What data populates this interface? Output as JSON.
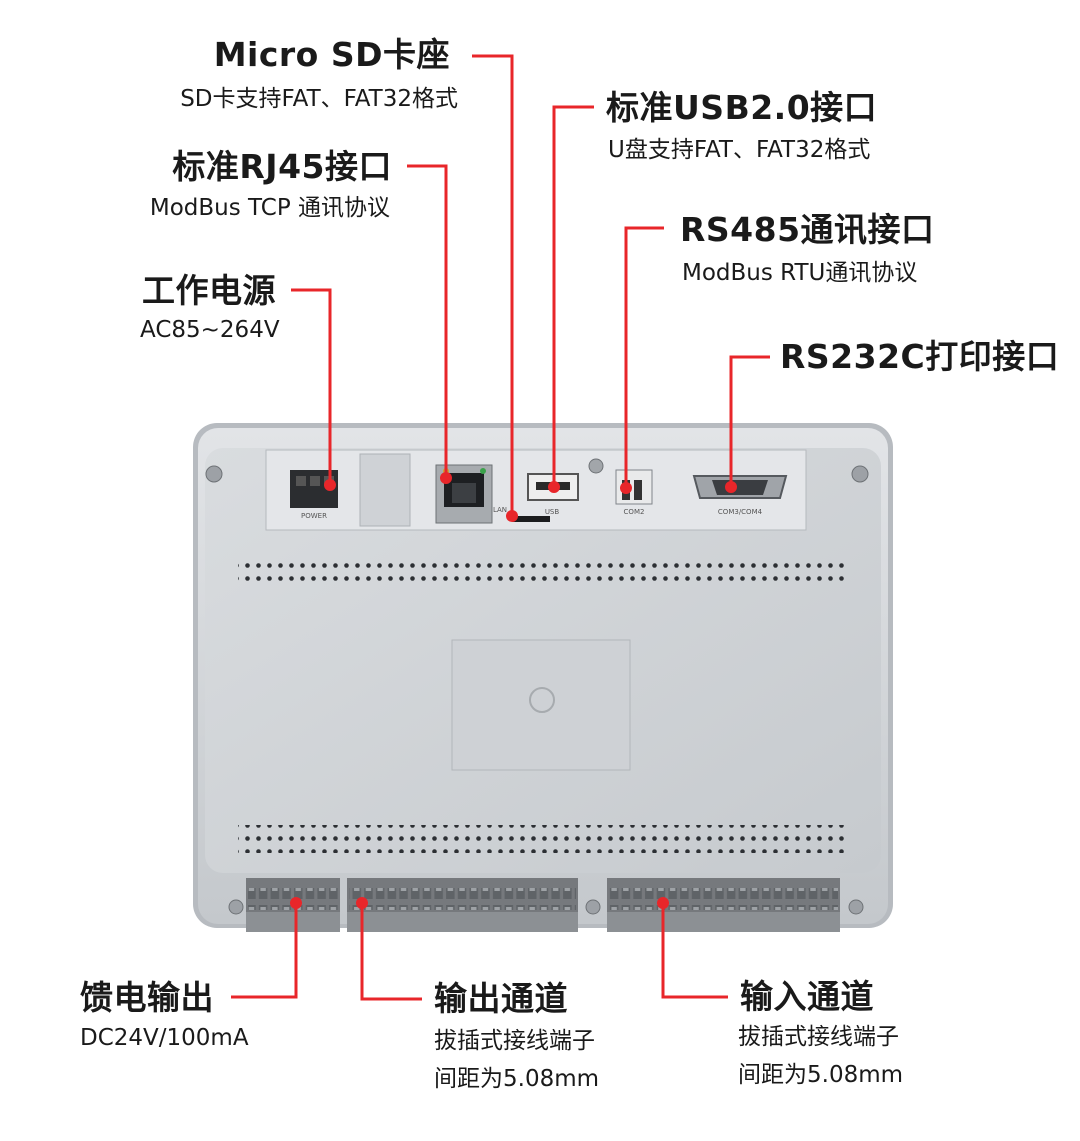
{
  "labels": {
    "microsd": {
      "title": "Micro SD卡座",
      "desc": "SD卡支持FAT、FAT32格式"
    },
    "usb": {
      "title": "标准USB2.0接口",
      "desc": "U盘支持FAT、FAT32格式"
    },
    "rj45": {
      "title": "标准RJ45接口",
      "desc": "ModBus TCP 通讯协议"
    },
    "rs485": {
      "title": "RS485通讯接口",
      "desc": "ModBus RTU通讯协议"
    },
    "power": {
      "title": "工作电源",
      "desc": "AC85~264V"
    },
    "rs232": {
      "title": "RS232C打印接口"
    },
    "feed": {
      "title": "馈电输出",
      "desc": "DC24V/100mA"
    },
    "output": {
      "title": "输出通道",
      "desc1": "拔插式接线端子",
      "desc2": "间距为5.08mm"
    },
    "input": {
      "title": "输入通道",
      "desc1": "拔插式接线端子",
      "desc2": "间距为5.08mm"
    }
  },
  "ports": {
    "power": "POWER",
    "usb": "USB",
    "com2": "COM2",
    "com3": "COM3/COM4",
    "lan": "LAN"
  },
  "colors": {
    "accent": "#e8262a",
    "housing": "#c7cbd0",
    "panel": "#d5d8dc",
    "terminal": "#7f8387"
  }
}
